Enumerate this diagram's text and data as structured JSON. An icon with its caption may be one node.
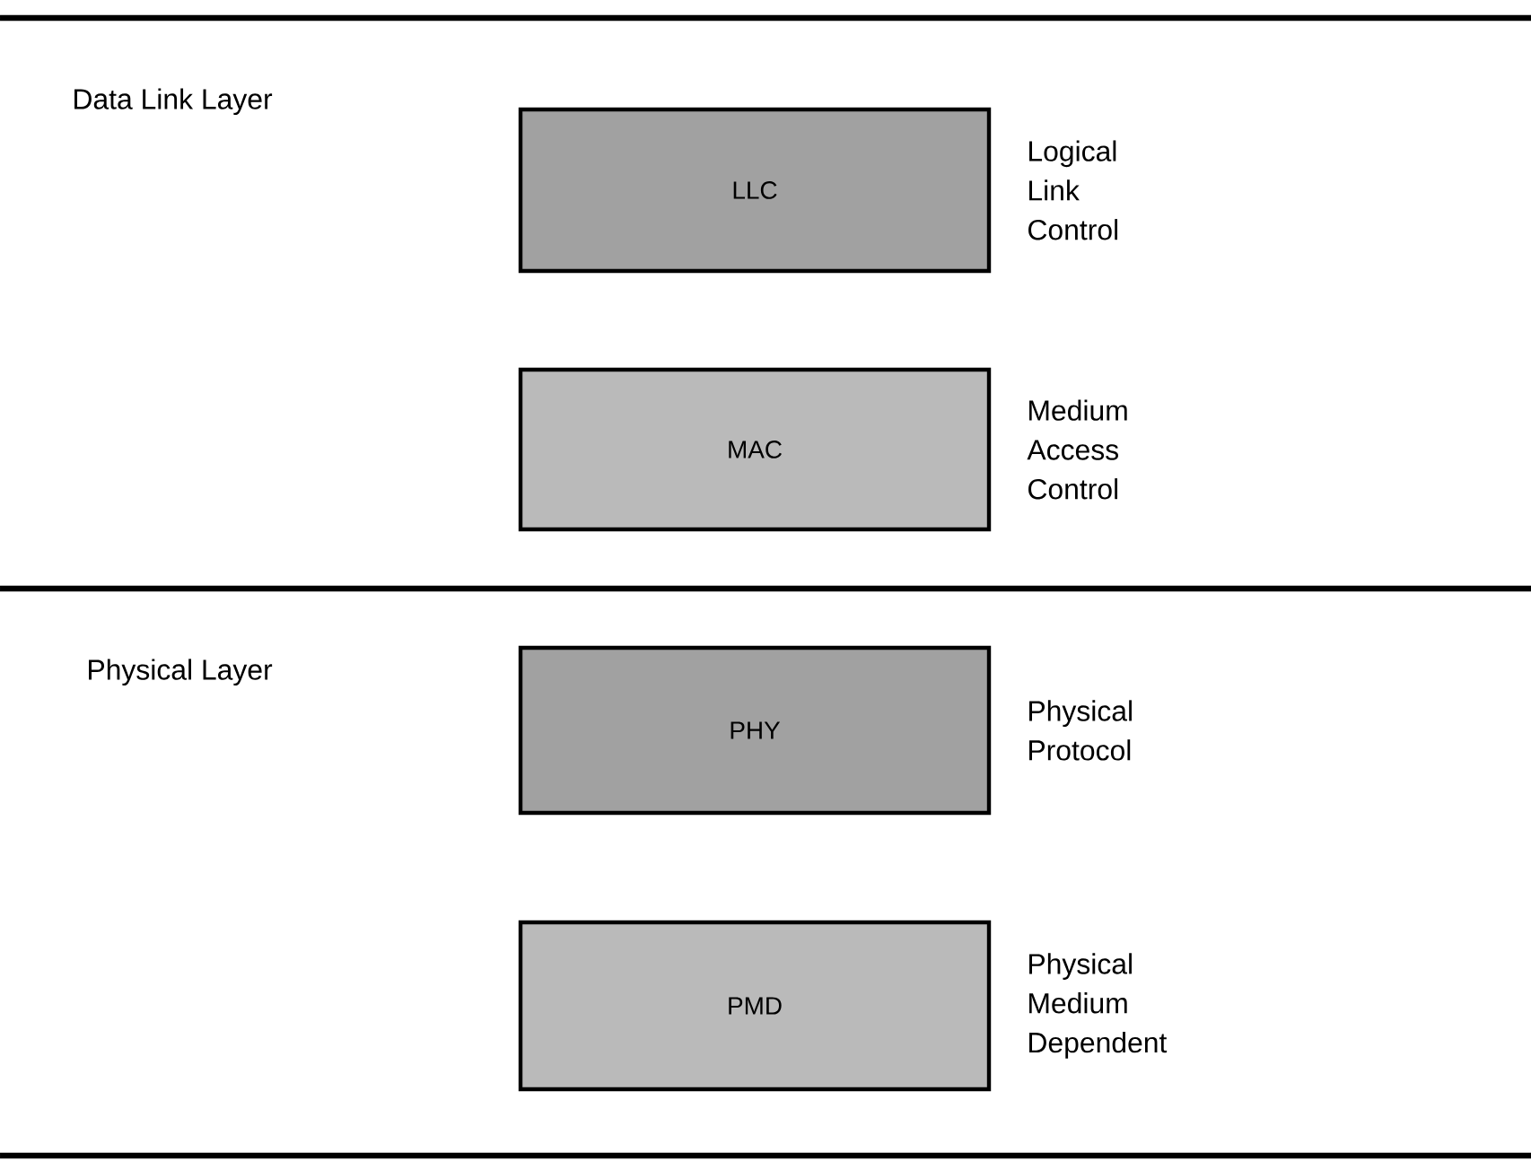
{
  "diagram": {
    "nodes": [
      {
        "text": [
          "LLC"
        ],
        "beside": [
          "Logical Link Control"
        ]
      },
      {
        "text": [
          "MAC"
        ],
        "beside": [
          "Medium Access Control"
        ]
      },
      {
        "text": [
          "PHY"
        ],
        "beside": [
          "Physical Protocol"
        ]
      },
      {
        "text": [
          "PMD"
        ],
        "beside": [
          "Physical Medium Dependent"
        ]
      }
    ],
    "labels": [
      "Data Link Layer",
      "Physical Layer"
    ]
  }
}
